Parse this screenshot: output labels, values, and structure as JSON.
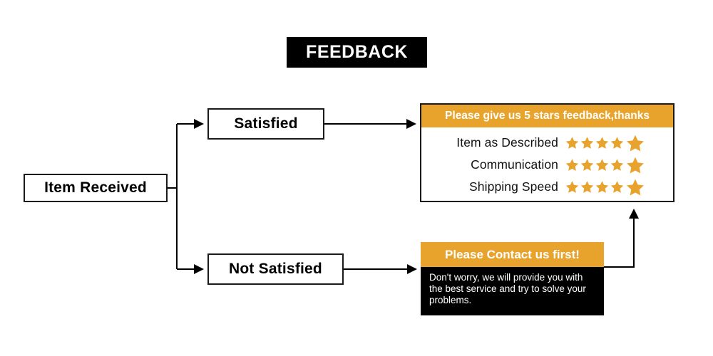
{
  "header": {
    "title": "FEEDBACK"
  },
  "flow": {
    "start": {
      "label": "Item Received"
    },
    "branch_positive": {
      "label": "Satisfied"
    },
    "branch_negative": {
      "label": "Not Satisfied"
    }
  },
  "rating_panel": {
    "header": "Please give us 5 stars feedback,thanks",
    "rows": [
      {
        "label": "Item as Described",
        "stars": 5
      },
      {
        "label": "Communication",
        "stars": 5
      },
      {
        "label": "Shipping Speed",
        "stars": 5
      }
    ]
  },
  "contact_panel": {
    "header": "Please Contact us first!",
    "body": "Don't worry, we will provide you with the best service and try to solve your problems."
  },
  "colors": {
    "accent_orange": "#E8A32D",
    "black": "#000000",
    "white": "#FFFFFF",
    "outline": "#1A1A1A"
  }
}
